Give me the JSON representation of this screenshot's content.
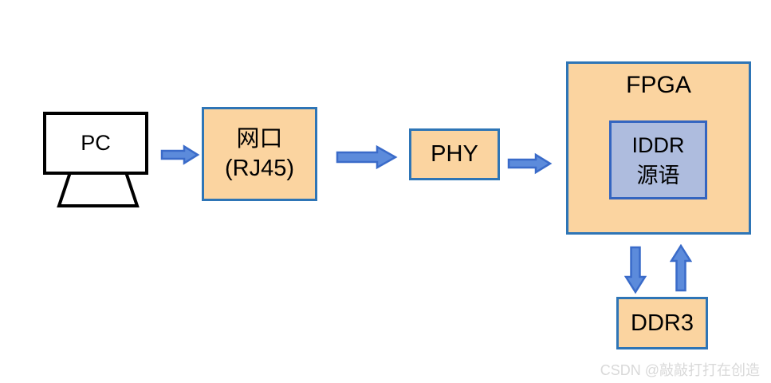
{
  "nodes": {
    "pc": {
      "label": "PC"
    },
    "rj45": {
      "line1": "网口",
      "line2": "(RJ45)"
    },
    "phy": {
      "label": "PHY"
    },
    "fpga": {
      "label": "FPGA"
    },
    "iddr": {
      "line1": "IDDR",
      "line2": "源语"
    },
    "ddr3": {
      "label": "DDR3"
    }
  },
  "edges": [
    {
      "from": "pc",
      "to": "rj45",
      "direction": "right"
    },
    {
      "from": "rj45",
      "to": "phy",
      "direction": "right"
    },
    {
      "from": "phy",
      "to": "fpga",
      "direction": "right"
    },
    {
      "from": "fpga",
      "to": "ddr3",
      "direction": "down"
    },
    {
      "from": "ddr3",
      "to": "fpga",
      "direction": "up"
    }
  ],
  "watermark": {
    "text": "CSDN @敲敲打打在创造"
  },
  "colors": {
    "node-fill": "#FBD4A0",
    "node-border": "#2E75B6",
    "inner-fill": "#AEBCDE",
    "inner-border": "#3465C0",
    "arrow-fill": "#5C8BDB",
    "arrow-stroke": "#3A6BC9",
    "monitor-border": "#000000",
    "watermark-color": "#D9D9D9",
    "text-color": "#000000",
    "background": "#FFFFFF"
  }
}
